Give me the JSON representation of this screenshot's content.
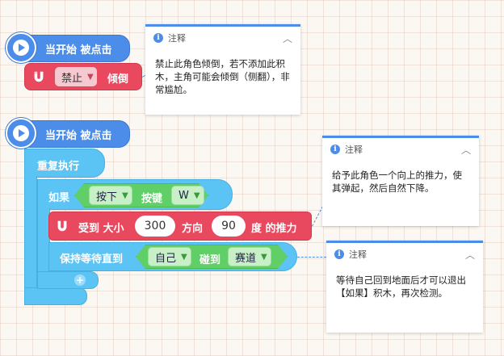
{
  "script1": {
    "hat_label": "当开始 被点击",
    "motion": {
      "dropdown": "禁止",
      "label": "倾倒"
    }
  },
  "script2": {
    "hat_label": "当开始 被点击",
    "repeat_label": "重复执行",
    "if": {
      "label": "如果",
      "key_dropdown": "按下",
      "key_label": "按键",
      "key_value": "W"
    },
    "push": {
      "label_a": "受到 大小",
      "force": "300",
      "label_b": "方向",
      "direction": "90",
      "label_c": "度 的推力"
    },
    "wait": {
      "label": "保持等待直到",
      "self_dropdown": "自己",
      "touch_label": "碰到",
      "target_dropdown": "赛道"
    },
    "add_symbol": "+"
  },
  "notes": [
    {
      "title": "注释",
      "body": "禁止此角色倾倒，若不添加此积木，主角可能会倾倒（侧翻），非常尴尬。"
    },
    {
      "title": "注释",
      "body": "给予此角色一个向上的推力，使其弹起，然后自然下降。"
    },
    {
      "title": "注释",
      "body": "等待自己回到地面后才可以退出【如果】积木，再次检测。"
    }
  ],
  "icons": {
    "play": "play-icon",
    "magnet": "magnet-icon",
    "info": "info-icon",
    "collapse": "chevron-up-icon"
  },
  "colors": {
    "event": "#4c8dea",
    "motion": "#e8495f",
    "control": "#5cc4f4",
    "condition": "#61cf67"
  }
}
